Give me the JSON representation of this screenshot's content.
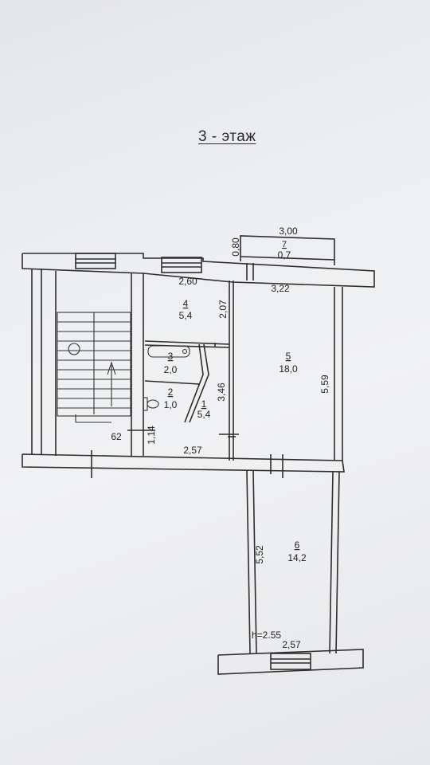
{
  "title": "3 - этаж",
  "rooms": [
    {
      "number": "1",
      "area": "5,4"
    },
    {
      "number": "2",
      "area": "1,0"
    },
    {
      "number": "3",
      "area": "2,0"
    },
    {
      "number": "4",
      "area": "5,4"
    },
    {
      "number": "5",
      "area": "18,0"
    },
    {
      "number": "6",
      "area": "14,2"
    },
    {
      "number": "7",
      "area": "0,7"
    }
  ],
  "dimensions": {
    "balcony_width": "3,00",
    "balcony_depth": "0,80",
    "room4_width": "2,60",
    "room4_depth": "2,07",
    "room5_width": "3,22",
    "room5_length": "5,59",
    "hall_length": "3,46",
    "hall_width": "1,14",
    "hall_bottom": "2,57",
    "stair_mark": "62",
    "room6_length": "5,52",
    "room6_width": "2,57",
    "ceiling_height": "h=2.55"
  }
}
